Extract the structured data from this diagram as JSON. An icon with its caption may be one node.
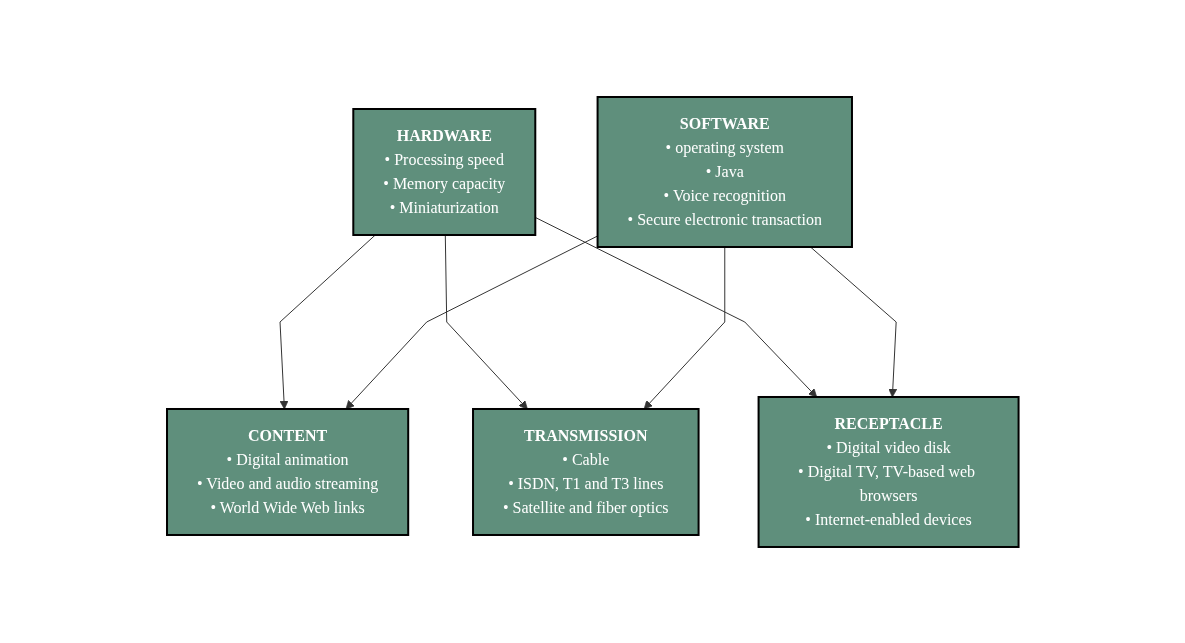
{
  "diagram": {
    "nodes": [
      {
        "text": [
          "HARDWARE",
          "• Processing speed",
          "• Memory capacity",
          "• Miniaturization"
        ]
      },
      {
        "text": [
          "CONTENT",
          "• Digital animation",
          "• Video and audio streaming",
          "• World Wide Web links"
        ]
      },
      {
        "text": [
          "TRANSMISSION",
          "• Cable",
          "• ISDN, T1 and T3 lines",
          "• Satellite and fiber optics"
        ]
      },
      {
        "text": [
          "RECEPTACLE",
          "• Digital video disk",
          "• Digital TV, TV-based web browsers",
          "• Internet-enabled devices"
        ]
      },
      {
        "text": [
          "SOFTWARE",
          "• operating system",
          "• Java",
          "• Voice recognition",
          "• Secure electronic transaction"
        ]
      }
    ],
    "edges": [
      {
        "from": 0,
        "to": 1,
        "arrow": "to"
      },
      {
        "from": 0,
        "to": 2,
        "arrow": "to"
      },
      {
        "from": 0,
        "to": 3,
        "arrow": "to"
      },
      {
        "from": 4,
        "to": 1,
        "arrow": "to"
      },
      {
        "from": 4,
        "to": 2,
        "arrow": "to"
      },
      {
        "from": 4,
        "to": 3,
        "arrow": "to"
      }
    ]
  }
}
